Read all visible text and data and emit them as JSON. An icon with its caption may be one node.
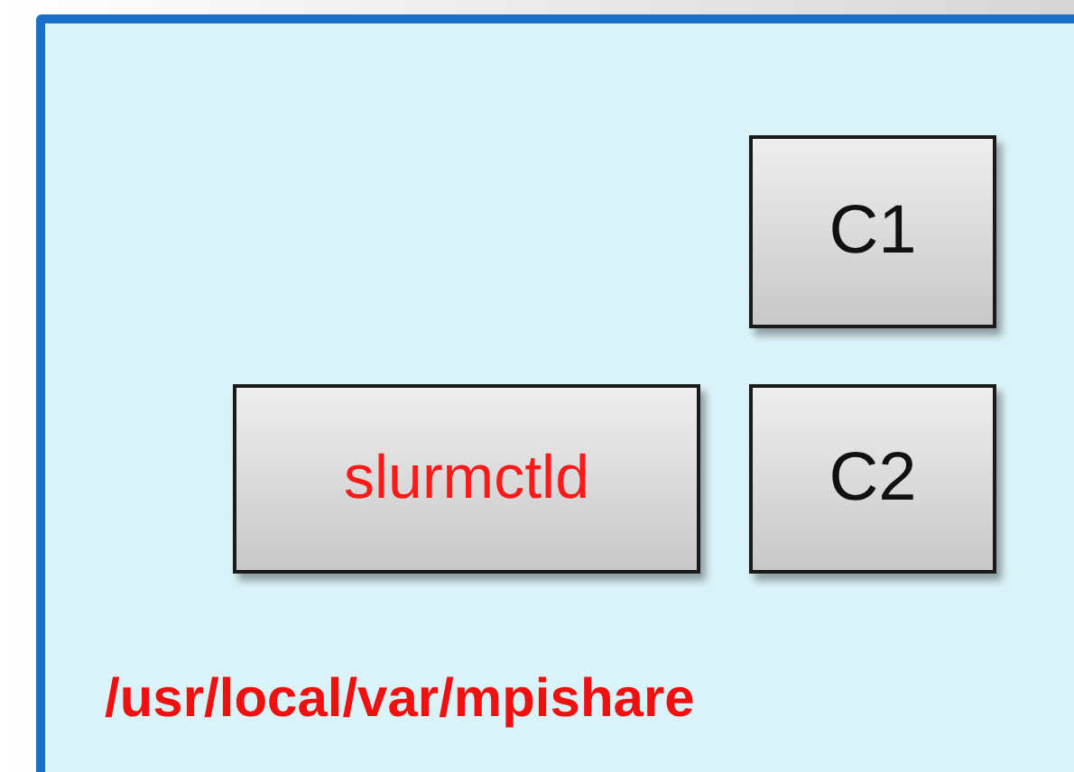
{
  "diagram": {
    "nodes": [
      {
        "text": [
          "/usr/local/var/mpishare"
        ]
      },
      {
        "text": [
          "C1"
        ],
        "in": 0
      },
      {
        "text": [
          "slurmctld"
        ],
        "in": 0
      },
      {
        "text": [
          "C2"
        ],
        "in": 0
      }
    ]
  }
}
